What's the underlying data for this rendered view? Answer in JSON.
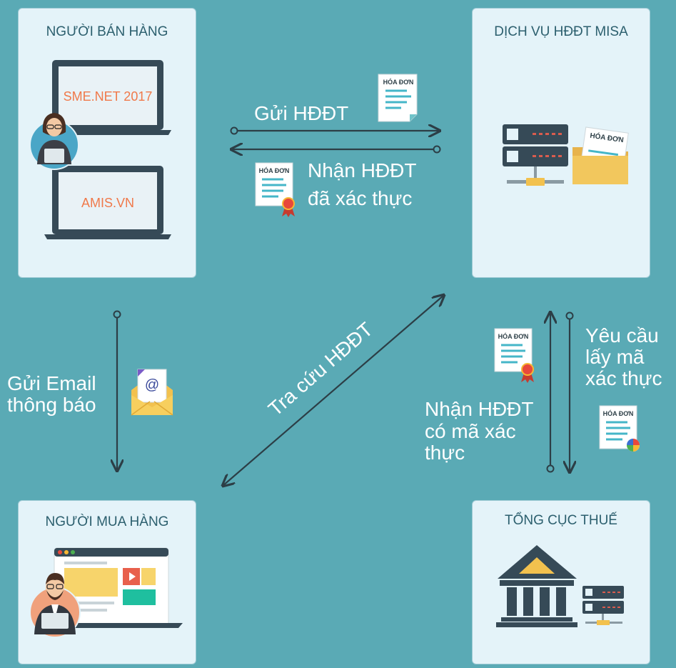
{
  "colors": {
    "background": "#5aaab5",
    "box": "#e4f3f9",
    "title": "#2c5f6e",
    "arrow": "#2c3e46",
    "label": "#ffffff",
    "accent_orange": "#f0794a"
  },
  "seller": {
    "title": "NGƯỜI BÁN HÀNG",
    "screen1": "SME.NET 2017",
    "screen2": "AMIS.VN"
  },
  "misa": {
    "title": "DỊCH VỤ HĐĐT MISA",
    "doc_label": "HÓA ĐƠN"
  },
  "buyer": {
    "title": "NGƯỜI MUA HÀNG"
  },
  "tax": {
    "title": "TỔNG CỤC THUẾ"
  },
  "labels": {
    "send_einvoice": "Gửi HĐĐT",
    "receive_verified_1": "Nhận HĐĐT",
    "receive_verified_2": "đã xác thực",
    "email_1": "Gửi Email",
    "email_2": "thông báo",
    "lookup": "Tra cứu HĐĐT",
    "receive_code_1": "Nhận HĐĐT",
    "receive_code_2": "có mã xác",
    "receive_code_3": "thực",
    "request_1": "Yêu cầu",
    "request_2": "lấy mã",
    "request_3": "xác thực"
  },
  "doc_label": "HÓA ĐƠN",
  "icons": [
    "laptop-icon",
    "woman-avatar-icon",
    "invoice-icon",
    "certified-invoice-icon",
    "server-icon",
    "folder-icon",
    "email-envelope-icon",
    "browser-window-icon",
    "man-avatar-icon",
    "government-building-icon",
    "invoice-pending-icon"
  ]
}
